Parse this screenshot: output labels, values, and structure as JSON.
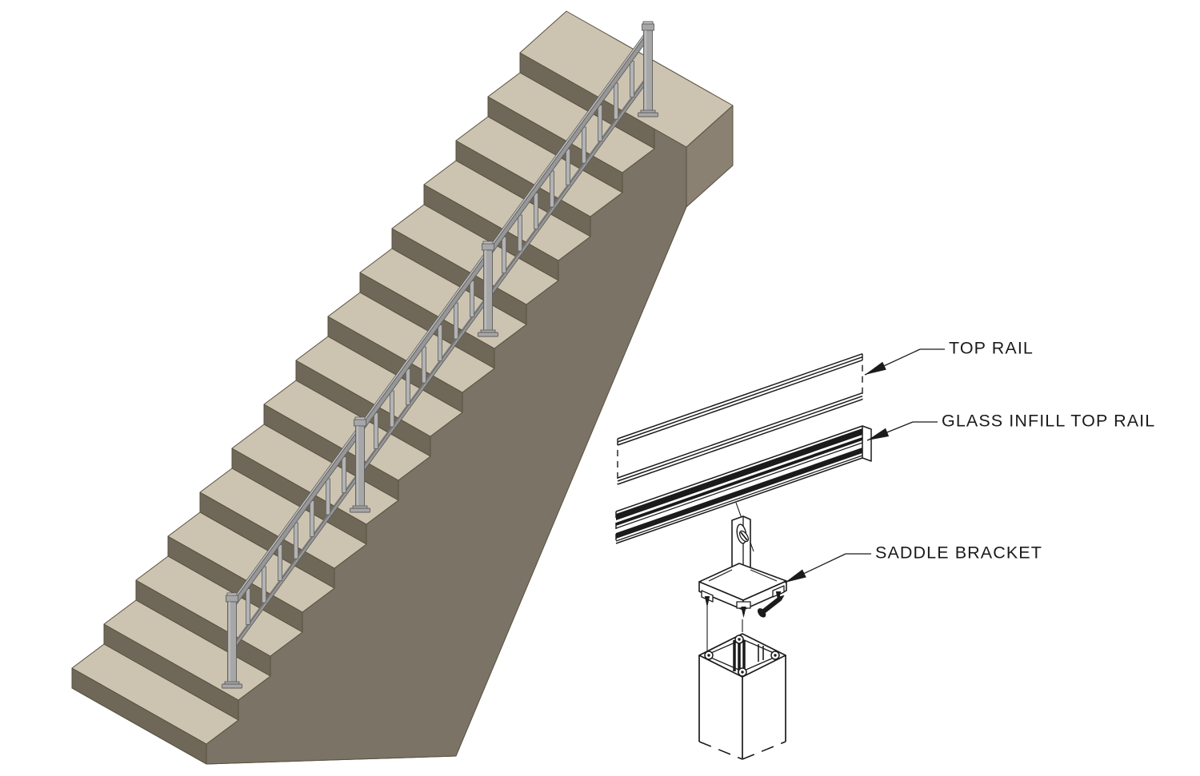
{
  "page": {
    "background": "#ffffff"
  },
  "diagram": {
    "labels": [
      {
        "id": "top-rail",
        "text": "TOP RAIL"
      },
      {
        "id": "glass-infill-top-rail",
        "text": "GLASS INFILL TOP RAIL"
      },
      {
        "id": "saddle-bracket",
        "text": "SADDLE BRACKET"
      }
    ],
    "staircase": {
      "step_count": 14,
      "has_top_landing": true,
      "colors": {
        "tread": "#ccc3b0",
        "riser": "#6f6859",
        "stringer": "#7a7366",
        "undercut": "#837c6e",
        "landing_side": "#8a8173",
        "outline": "#57513f"
      }
    },
    "railing": {
      "post_count": 4,
      "colors": {
        "post": "#a7a7a7",
        "rail_top": "#c2c2c2",
        "rail_face": "#979797",
        "picket": "#b3b3b3",
        "outline": "#5e5e5e"
      }
    },
    "detail_drawing": {
      "line_color": "#1b1b1b"
    }
  }
}
